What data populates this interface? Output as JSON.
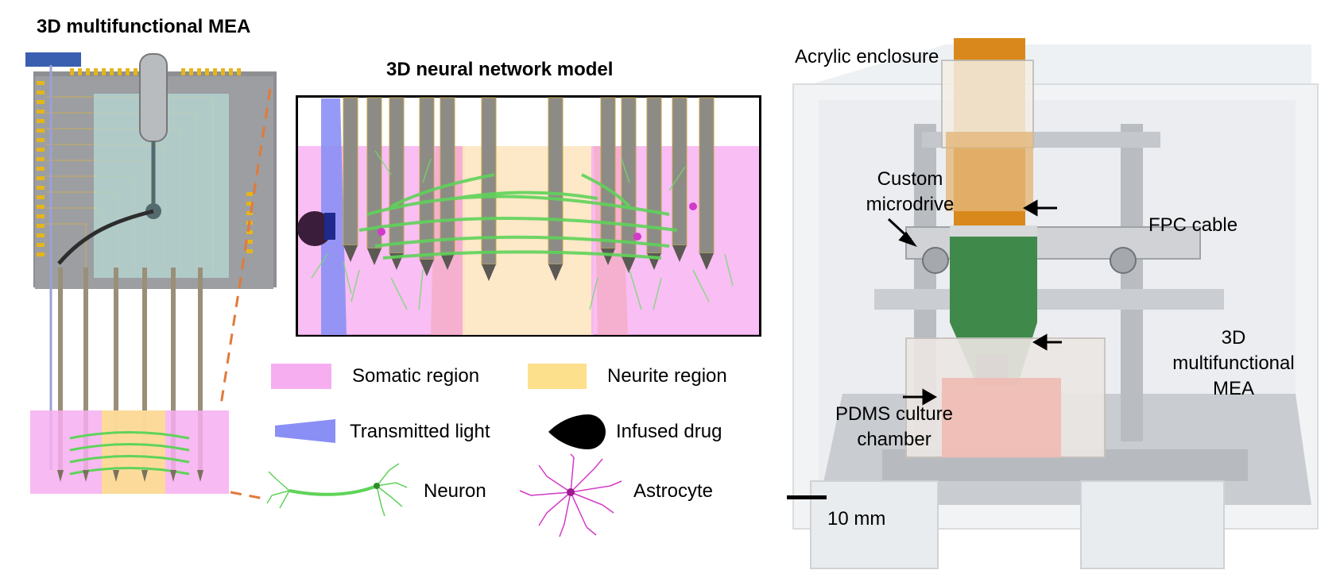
{
  "left": {
    "title": "3D multifunctional MEA"
  },
  "model": {
    "title": "3D neural network model"
  },
  "legend": {
    "somatic": "Somatic region",
    "neurite": "Neurite region",
    "light": "Transmitted light",
    "drug": "Infused drug",
    "neuron": "Neuron",
    "astrocyte": "Astrocyte"
  },
  "photo": {
    "acrylic": "Acrylic enclosure",
    "microdrive_line1": "Custom",
    "microdrive_line2": "microdrive",
    "fpc": "FPC cable",
    "mea_line1": "3D",
    "mea_line2": "multifunctional",
    "mea_line3": "MEA",
    "pdms_line1": "PDMS culture",
    "pdms_line2": "chamber",
    "scale": "10 mm"
  },
  "colors": {
    "somatic": "#f7aef0",
    "neurite": "#fde08b",
    "light": "#8a8ff5",
    "neuron": "#5fd35a",
    "astrocyte": "#d23ac8",
    "dash": "#e27a3a"
  }
}
